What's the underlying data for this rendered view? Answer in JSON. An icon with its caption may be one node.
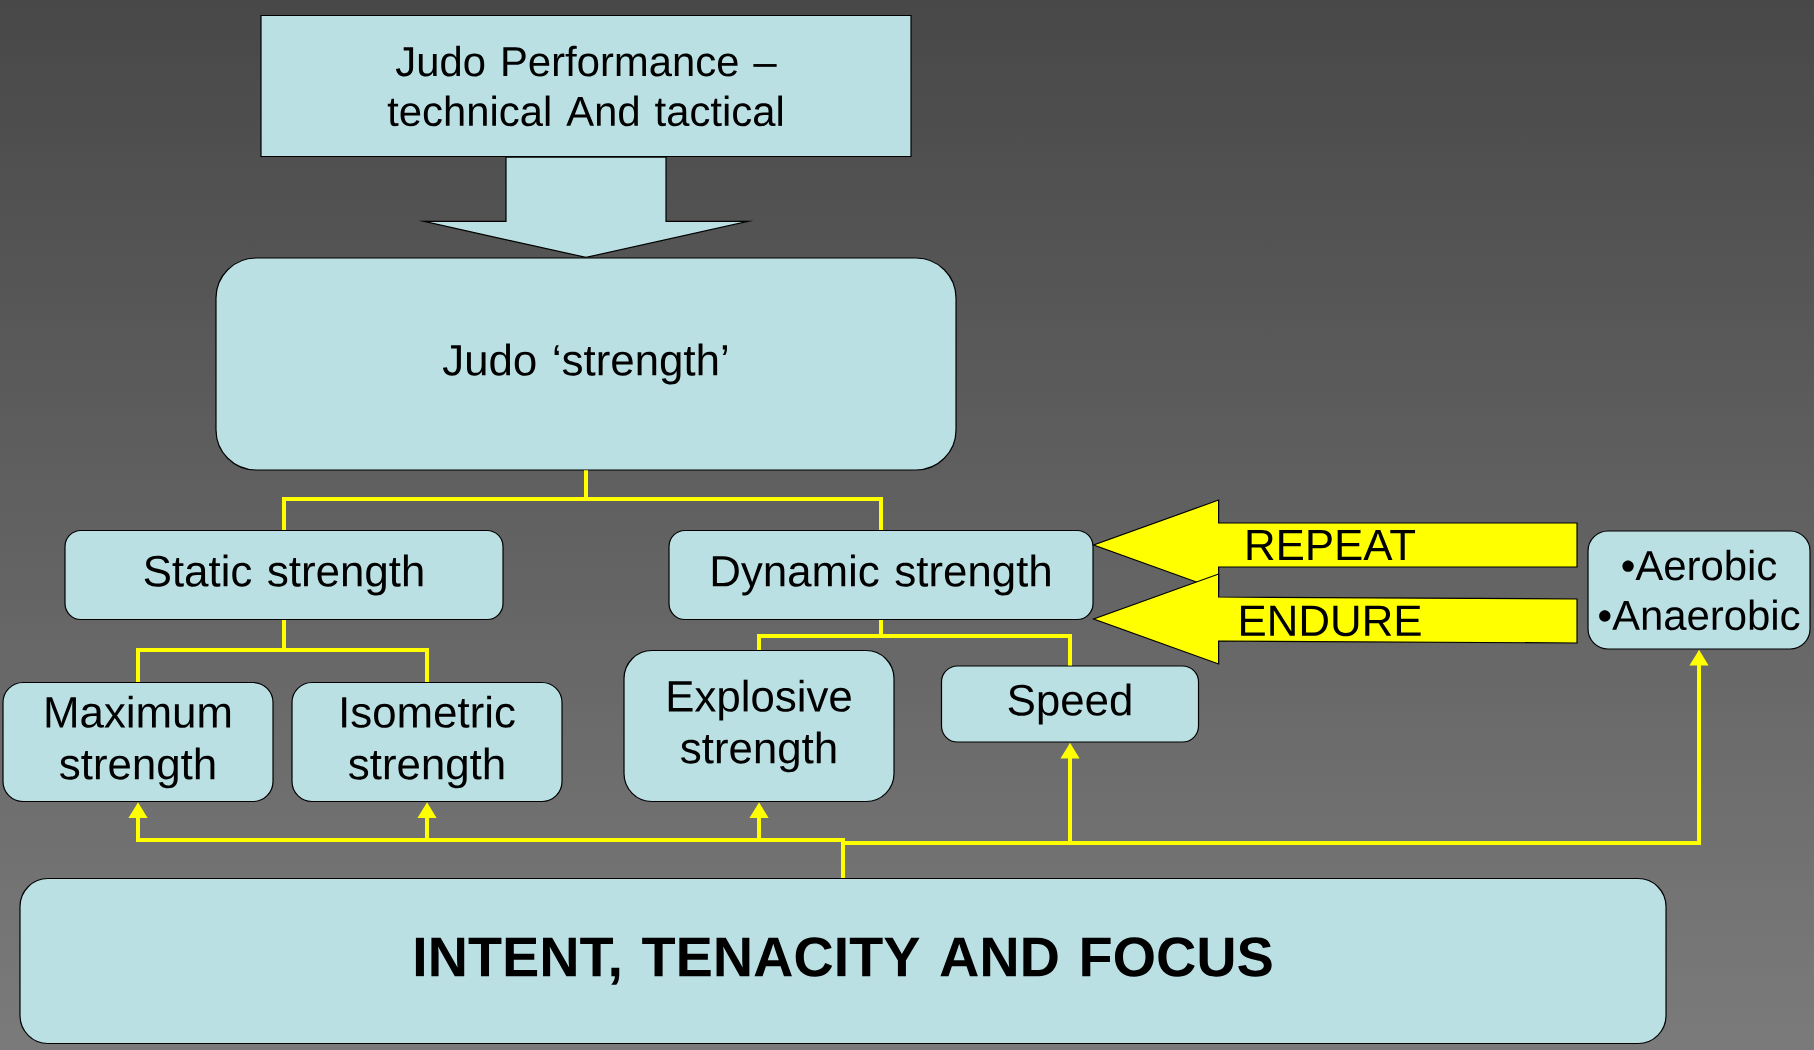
{
  "diagram": {
    "nodes": [
      {
        "text": [
          "Judo Performance – technical And tactical"
        ]
      },
      {
        "text": [
          "Judo ‘strength’"
        ]
      },
      {
        "text": [
          "Static strength"
        ]
      },
      {
        "text": [
          "Dynamic strength"
        ]
      },
      {
        "text": [
          "Maximum strength"
        ]
      },
      {
        "text": [
          "Isometric strength"
        ]
      },
      {
        "text": [
          "Explosive strength"
        ]
      },
      {
        "text": [
          "Speed"
        ]
      },
      {
        "text": [
          "•Aerobic",
          "•Anaerobic"
        ]
      },
      {
        "text": [
          "INTENT, TENACITY AND FOCUS"
        ]
      }
    ],
    "edges": [
      {
        "from": 0,
        "to": 1,
        "arrow": "to",
        "style": "thick",
        "color": "#bbe0e3"
      },
      {
        "from": 1,
        "to": 2,
        "arrow": "none"
      },
      {
        "from": 1,
        "to": 3,
        "arrow": "none"
      },
      {
        "from": 2,
        "to": 4,
        "arrow": "none"
      },
      {
        "from": 2,
        "to": 5,
        "arrow": "none"
      },
      {
        "from": 3,
        "to": 6,
        "arrow": "none"
      },
      {
        "from": 3,
        "to": 7,
        "arrow": "none"
      },
      {
        "from": 9,
        "to": 4,
        "arrow": "to"
      },
      {
        "from": 9,
        "to": 5,
        "arrow": "to"
      },
      {
        "from": 9,
        "to": 6,
        "arrow": "to"
      },
      {
        "from": 9,
        "to": 7,
        "arrow": "to"
      },
      {
        "from": 9,
        "to": 8,
        "arrow": "to"
      },
      {
        "from": null,
        "to": 3,
        "arrow": "to",
        "label": "REPEAT",
        "style": "thick"
      },
      {
        "from": null,
        "to": 3,
        "arrow": "to",
        "label": "ENDURE",
        "style": "thick"
      }
    ]
  }
}
